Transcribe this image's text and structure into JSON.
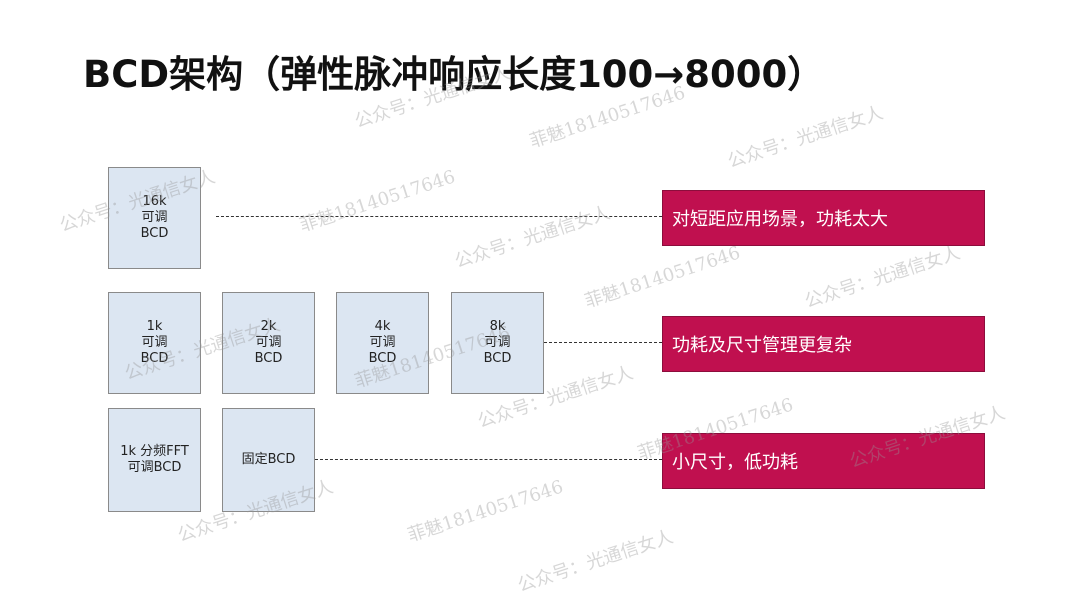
{
  "title": "BCD架构（弹性脉冲响应长度100→8000）",
  "rows": [
    {
      "boxes": [
        {
          "label": "16k\n可调\nBCD"
        }
      ],
      "callout": "对短距应用场景，功耗太大"
    },
    {
      "boxes": [
        {
          "label": "1k\n可调\nBCD"
        },
        {
          "label": "2k\n可调\nBCD"
        },
        {
          "label": "4k\n可调\nBCD"
        },
        {
          "label": "8k\n可调\nBCD"
        }
      ],
      "callout": "功耗及尺寸管理更复杂"
    },
    {
      "boxes": [
        {
          "label": "1k 分频FFT\n可调BCD"
        },
        {
          "label": "固定BCD"
        }
      ],
      "callout": "小尺寸，低功耗"
    }
  ],
  "watermarks": {
    "account": "公众号：光通信女人",
    "phone": "菲魅18140517646"
  },
  "colors": {
    "box_fill": "#dce6f2",
    "box_border": "#8a8a8a",
    "callout_fill": "#c0104f",
    "callout_text": "#ffffff",
    "title": "#111111"
  }
}
